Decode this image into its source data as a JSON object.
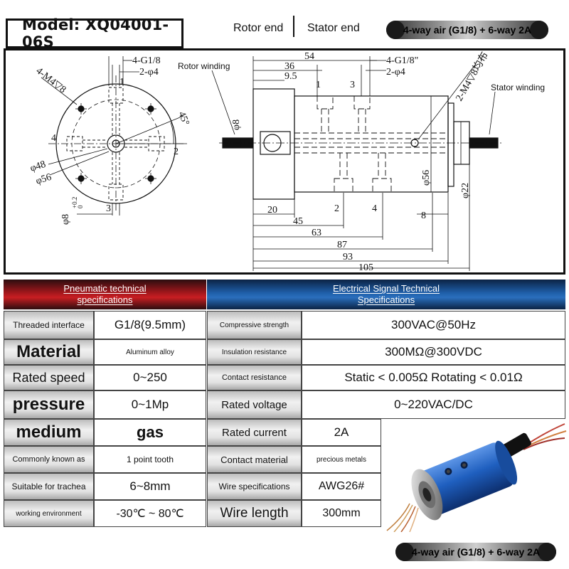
{
  "header": {
    "model": "Model: XQ04001-06S",
    "rotor_end": "Rotor end",
    "stator_end": "Stator end",
    "badge_top": "4-way air (G1/8) + 6-way 2A",
    "badge_bottom": "4-way air (G1/8) + 6-way 2A"
  },
  "drawing": {
    "front": {
      "holes_label": "4-M4▽8",
      "port_label": "4-G1/8",
      "bore_label": "2-φ4",
      "angle": "45°",
      "pcd_inner": "φ48",
      "pcd_outer": "φ56",
      "shaft": "φ8",
      "shaft_tol_upper": "+0.2",
      "shaft_tol_lower": "0",
      "ports": [
        "1",
        "2",
        "3",
        "4"
      ]
    },
    "side": {
      "rotor_winding": "Rotor winding",
      "stator_winding": "Stator winding",
      "port_label": "4-G1/8\"",
      "bore_label": "2-φ4",
      "holes_label": "2-M4▽8均布",
      "shaft_dia": "φ8",
      "body_dia": "φ56",
      "tail_dia": "φ22",
      "dims": [
        "54",
        "36",
        "9.5",
        "20",
        "45",
        "63",
        "87",
        "93",
        "105",
        "8"
      ],
      "ports": [
        "1",
        "3",
        "2",
        "4"
      ]
    }
  },
  "pneumatic": {
    "title_1": "Pneumatic technical",
    "title_2": "specifications",
    "rows": [
      {
        "label": "Threaded interface",
        "value": "G1/8(9.5mm)"
      },
      {
        "label": "Material",
        "value": "Aluminum alloy"
      },
      {
        "label": "Rated speed",
        "value": "0~250"
      },
      {
        "label": "pressure",
        "value": "0~1Mp"
      },
      {
        "label": "medium",
        "value": "gas"
      },
      {
        "label": "Commonly known as",
        "value": "1 point tooth"
      },
      {
        "label": "Suitable for trachea",
        "value": "6~8mm"
      },
      {
        "label": "working environment",
        "value": "-30℃ ~ 80℃"
      }
    ]
  },
  "electrical": {
    "title_1": "Electrical Signal Technical",
    "title_2": "Specifications",
    "rows": [
      {
        "label": "Compressive strength",
        "value": "300VAC@50Hz"
      },
      {
        "label": "Insulation resistance",
        "value": "300MΩ@300VDC"
      },
      {
        "label": "Contact resistance",
        "value": "Static < 0.005Ω Rotating < 0.01Ω"
      },
      {
        "label": "Rated voltage",
        "value": "0~220VAC/DC"
      },
      {
        "label": "Rated current",
        "value": "2A"
      },
      {
        "label": "Contact material",
        "value": "precious metals"
      },
      {
        "label": "Wire specifications",
        "value": "AWG26#"
      },
      {
        "label": "Wire length",
        "value": "300mm"
      }
    ]
  },
  "colors": {
    "pneumatic_header": "#c81e22",
    "electrical_header": "#2a6fbd",
    "product_body": "#1f5fbf"
  }
}
